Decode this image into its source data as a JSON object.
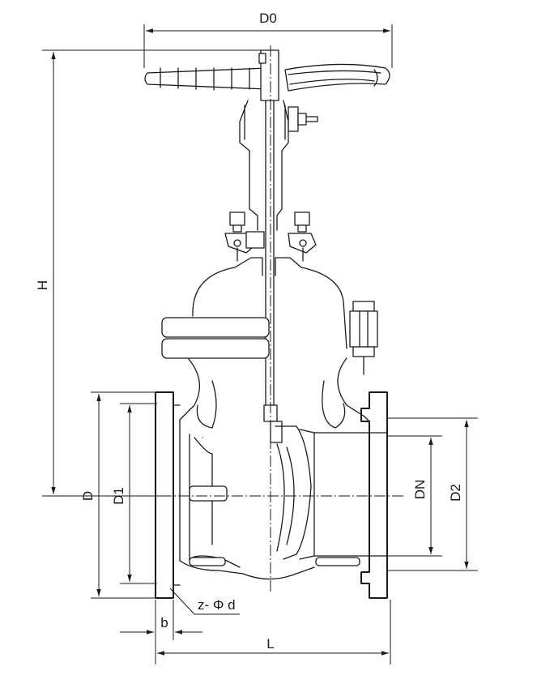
{
  "diagram": {
    "labels": {
      "D0": "D0",
      "H": "H",
      "D": "D",
      "D1": "D1",
      "DN": "DN",
      "D2": "D2",
      "b": "b",
      "L": "L",
      "z_phi_d": "z- Φ d"
    }
  }
}
